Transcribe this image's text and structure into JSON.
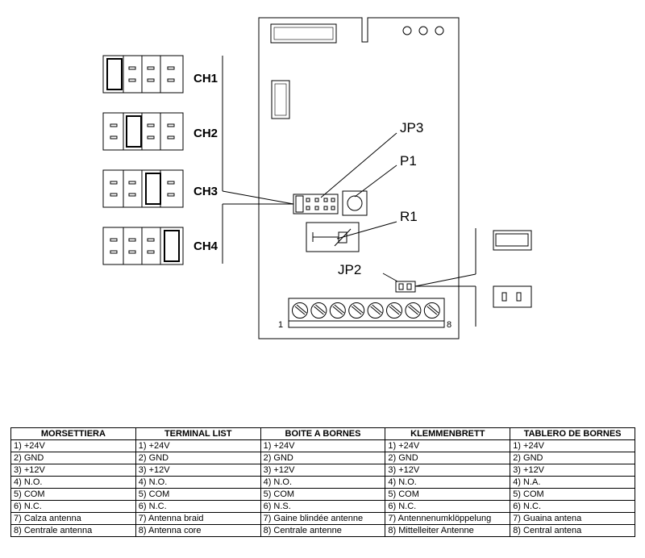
{
  "diagram": {
    "labels": {
      "jp3": "JP3",
      "p1": "P1",
      "r1": "R1",
      "jp2": "JP2",
      "ch1": "CH1",
      "ch2": "CH2",
      "ch3": "CH3",
      "ch4": "CH4",
      "terminal_first": "1",
      "terminal_last": "8"
    }
  },
  "table": {
    "headers": [
      "MORSETTIERA",
      "TERMINAL LIST",
      "BOITE A BORNES",
      "KLEMMENBRETT",
      "TABLERO DE BORNES"
    ],
    "rows": [
      [
        "1) +24V",
        "1) +24V",
        "1) +24V",
        "1) +24V",
        "1) +24V"
      ],
      [
        "2) GND",
        "2) GND",
        "2) GND",
        "2) GND",
        "2) GND"
      ],
      [
        "3) +12V",
        "3) +12V",
        "3) +12V",
        "3) +12V",
        "3) +12V"
      ],
      [
        "4) N.O.",
        "4) N.O.",
        "4) N.O.",
        "4) N.O.",
        "4) N.A."
      ],
      [
        "5) COM",
        "5) COM",
        "5) COM",
        "5) COM",
        "5) COM"
      ],
      [
        "6) N.C.",
        "6) N.C.",
        "6) N.S.",
        "6) N.C.",
        "6) N.C."
      ],
      [
        "7) Calza antenna",
        "7) Antenna braid",
        "7) Gaine blindée antenne",
        "7) Antennenumklöppelung",
        "7) Guaina antena"
      ],
      [
        "8) Centrale antenna",
        "8) Antenna core",
        "8) Centrale antenne",
        "8) Mittelleiter Antenne",
        "8) Central antena"
      ]
    ]
  }
}
